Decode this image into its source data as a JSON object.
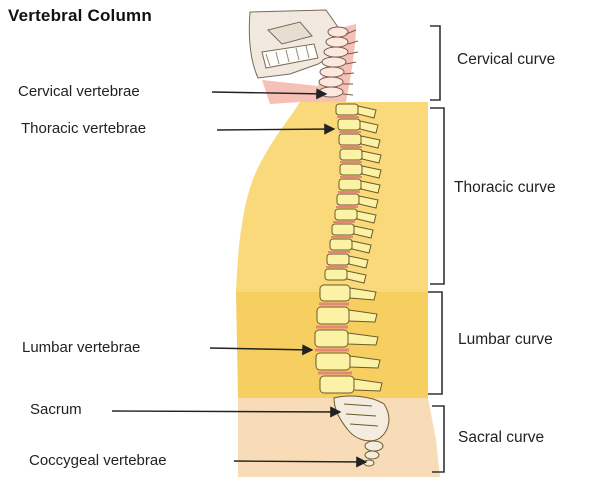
{
  "diagram": {
    "title": "Vertebral Column",
    "left_labels": {
      "cervical_vertebrae": "Cervical vertebrae",
      "thoracic_vertebrae": "Thoracic vertebrae",
      "lumbar_vertebrae": "Lumbar vertebrae",
      "sacrum": "Sacrum",
      "coccygeal_vertebrae": "Coccygeal vertebrae"
    },
    "curve_labels": {
      "cervical": "Cervical curve",
      "thoracic": "Thoracic curve",
      "lumbar": "Lumbar curve",
      "sacral": "Sacral curve"
    },
    "colors": {
      "body": "#f9d97a",
      "body_lumbar": "#f6cf60",
      "neck": "#f4b9b2",
      "pelvis": "#f6d7ad",
      "bone": "#fbf2a6",
      "bone_outline": "#6d5a2c",
      "disc": "#e8847a",
      "bracket": "#333333"
    }
  }
}
